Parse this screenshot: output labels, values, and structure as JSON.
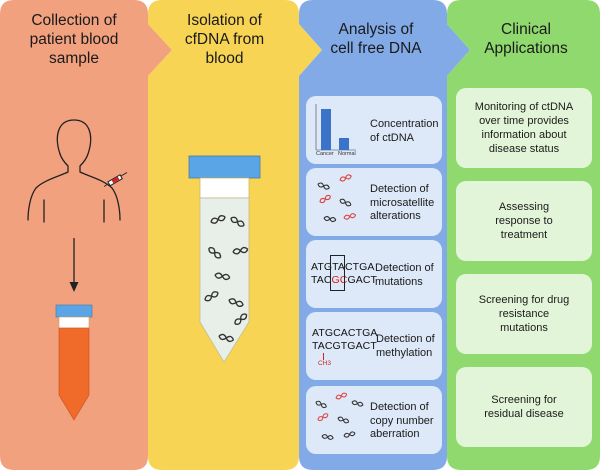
{
  "colors": {
    "panel_collection": "#f2a17f",
    "panel_isolation": "#f8d455",
    "panel_analysis": "#82aae6",
    "panel_clinical": "#8fd96e",
    "card_analysis": "#dde9f8",
    "card_clinical": "#e3f5d9",
    "tube_cap": "#5aa5e6",
    "tube_fill": "#f06a2a",
    "highlight": "#d32020"
  },
  "columns": [
    {
      "title_lines": [
        "Collection of",
        "patient blood",
        "sample"
      ]
    },
    {
      "title_lines": [
        "Isolation of",
        "cfDNA from",
        "blood"
      ]
    },
    {
      "title_lines": [
        "Analysis of",
        "cell free DNA"
      ]
    },
    {
      "title_lines": [
        "Clinical",
        "Applications"
      ]
    }
  ],
  "analysis": {
    "concentration": {
      "label_lines": [
        "Concentration",
        "of ctDNA"
      ],
      "chart_labels": [
        "Cancer",
        "Normal"
      ]
    },
    "microsatellite": {
      "label_lines": [
        "Detection of",
        "microsatellite",
        "alterations"
      ]
    },
    "mutations": {
      "label_lines": [
        "Detection of",
        "mutations"
      ],
      "seq_top_a": "ATG",
      "seq_top_hl": "TA",
      "seq_top_b": "CTGA",
      "seq_bot_a": "TAC",
      "seq_bot_hl": "GC",
      "seq_bot_b": "GACT"
    },
    "methylation": {
      "label_lines": [
        "Detection of",
        "methylation"
      ],
      "seq_top": "ATGCACTGA",
      "seq_bot": "TACGTGACT",
      "methyl_tag": "CH3"
    },
    "copy_number": {
      "label_lines": [
        "Detection of",
        "copy number",
        "aberration"
      ]
    }
  },
  "clinical": [
    {
      "lines": [
        "Monitoring of ctDNA",
        "over time provides",
        "information about",
        "disease status"
      ]
    },
    {
      "lines": [
        "Assessing",
        "response to",
        "treatment"
      ]
    },
    {
      "lines": [
        "Screening for drug",
        "resistance",
        "mutations"
      ]
    },
    {
      "lines": [
        "Screening for",
        "residual disease"
      ]
    }
  ]
}
